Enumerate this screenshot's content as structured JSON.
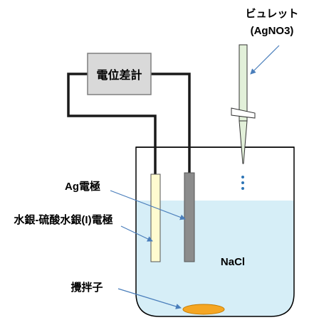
{
  "diagram": {
    "labels": {
      "meter": "電位差計",
      "burette_line1": "ビュレット",
      "burette_line2": "(AgNO3)",
      "ag_electrode": "Ag電極",
      "reference_electrode": "水銀-硫酸水銀(I)電極",
      "solution": "NaCl",
      "stirrer": "攪拌子"
    },
    "colors": {
      "solution": "#d6eef7",
      "meter_fill": "#d9d9d9",
      "meter_border": "#7f7f7f",
      "ag_electrode": "#fffbd0",
      "reference_electrode": "#8c8c8c",
      "burette": "#e2f0d9",
      "stir_bar": "#f5a623",
      "arrow": "#4a7ebb",
      "drops": "#2e75b6"
    }
  }
}
